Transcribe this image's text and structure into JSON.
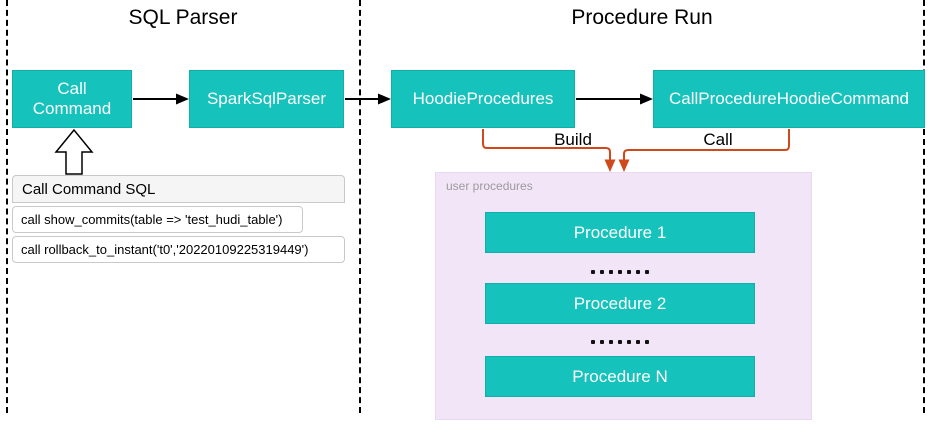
{
  "lanes": {
    "sql_parser": {
      "title": "SQL Parser"
    },
    "procedure_run": {
      "title": "Procedure Run"
    }
  },
  "nodes": {
    "call_command": "Call Command",
    "spark_sql_parser": "SparkSqlParser",
    "hoodie_procedures": "HoodieProcedures",
    "call_procedure_hoodie_command": "CallProcedureHoodieCommand"
  },
  "edges": {
    "build_label": "Build",
    "call_label": "Call"
  },
  "sql_panel": {
    "header": "Call Command SQL",
    "rows": [
      "call show_commits(table => 'test_hudi_table')",
      "call rollback_to_instant('t0','20220109225319449')"
    ]
  },
  "user_procedures": {
    "label": "user procedures",
    "items": [
      "Procedure 1",
      "Procedure 2",
      "Procedure N"
    ]
  },
  "colors": {
    "node_teal": "#15C2BC",
    "connector_orange": "#D0491C",
    "panel_purple": "#F3E5F8",
    "dashed_line": "#000000"
  }
}
